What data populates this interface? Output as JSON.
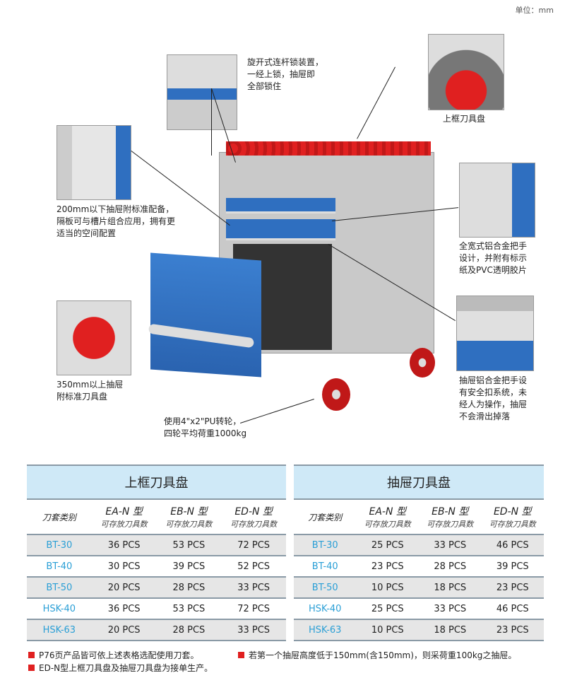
{
  "unit_label": "单位：mm",
  "captions": {
    "lock": "旋开式连杆锁装置，\n一经上锁，抽屉即\n全部锁住",
    "top_tray": "上框刀具盘",
    "divider": "200mm以下抽屉附标准配备，\n隔板可与槽片组合应用，拥有更\n适当的空间配置",
    "handle": "全宽式铝合金把手\n设计，并附有标示\n纸及PVC透明胶片",
    "drawer_tray": "350mm以上抽屉\n附标准刀具盘",
    "safety": "抽屉铝合金把手设\n有安全扣系统，未\n经人为操作，抽屉\n不会滑出掉落",
    "wheels": "使用4\"x2\"PU转轮，\n四轮平均荷重1000kg"
  },
  "tables": [
    {
      "title": "上框刀具盘",
      "col0": "刀套类别",
      "cols": [
        {
          "name": "EA-N 型",
          "sub": "可存放刀具数"
        },
        {
          "name": "EB-N 型",
          "sub": "可存放刀具数"
        },
        {
          "name": "ED-N 型",
          "sub": "可存放刀具数"
        }
      ],
      "rows": [
        [
          "BT-30",
          "36 PCS",
          "53 PCS",
          "72 PCS"
        ],
        [
          "BT-40",
          "30 PCS",
          "39 PCS",
          "52 PCS"
        ],
        [
          "BT-50",
          "20 PCS",
          "28 PCS",
          "33 PCS"
        ],
        [
          "HSK-40",
          "36 PCS",
          "53 PCS",
          "72 PCS"
        ],
        [
          "HSK-63",
          "20 PCS",
          "28 PCS",
          "33 PCS"
        ]
      ]
    },
    {
      "title": "抽屉刀具盘",
      "col0": "刀套类别",
      "cols": [
        {
          "name": "EA-N 型",
          "sub": "可存放刀具数"
        },
        {
          "name": "EB-N 型",
          "sub": "可存放刀具数"
        },
        {
          "name": "ED-N 型",
          "sub": "可存放刀具数"
        }
      ],
      "rows": [
        [
          "BT-30",
          "25 PCS",
          "33 PCS",
          "46 PCS"
        ],
        [
          "BT-40",
          "23 PCS",
          "28 PCS",
          "39 PCS"
        ],
        [
          "BT-50",
          "10 PCS",
          "18 PCS",
          "23 PCS"
        ],
        [
          "HSK-40",
          "25 PCS",
          "33 PCS",
          "46 PCS"
        ],
        [
          "HSK-63",
          "10 PCS",
          "18 PCS",
          "23 PCS"
        ]
      ]
    }
  ],
  "notes": [
    "P76页产品皆可依上述表格选配使用刀套。",
    "若第一个抽屉高度低于150mm(含150mm)，则采荷重100kg之抽屉。",
    "ED-N型上框刀具盘及抽屉刀具盘为接单生产。"
  ]
}
